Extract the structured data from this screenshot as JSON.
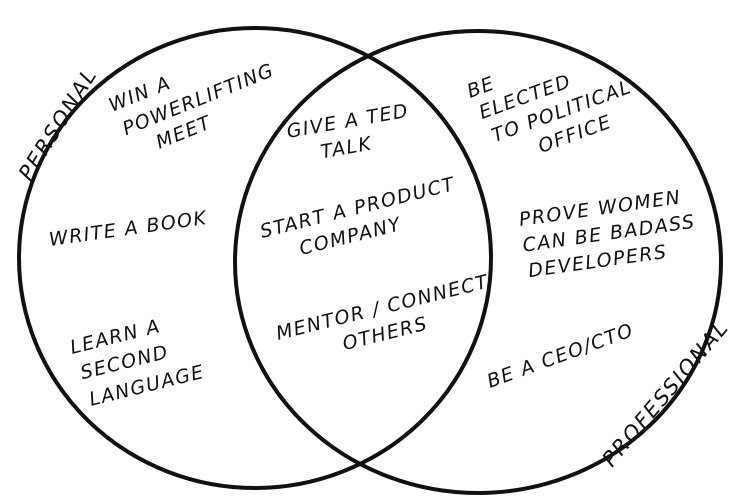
{
  "sets": {
    "left": {
      "label": "PERSONAL",
      "items": [
        {
          "lines": [
            "WIN A",
            "POWERLIFTING",
            "MEET"
          ]
        },
        {
          "lines": [
            "WRITE A BOOK"
          ]
        },
        {
          "lines": [
            "LEARN A",
            "SECOND",
            "LANGUAGE"
          ]
        }
      ]
    },
    "right": {
      "label": "PROFESSIONAL",
      "items": [
        {
          "lines": [
            "BE",
            "ELECTED",
            "TO POLITICAL",
            "OFFICE"
          ]
        },
        {
          "lines": [
            "PROVE WOMEN",
            "CAN BE BADASS",
            "DEVELOPERS"
          ]
        },
        {
          "lines": [
            "BE A CEO/CTO"
          ]
        }
      ]
    },
    "overlap": {
      "items": [
        {
          "lines": [
            "GIVE A TED",
            "TALK"
          ]
        },
        {
          "lines": [
            "START A PRODUCT",
            "COMPANY"
          ]
        },
        {
          "lines": [
            "MENTOR / CONNECT",
            "OTHERS"
          ]
        }
      ]
    }
  },
  "colors": {
    "ink": "#111111",
    "background": "#ffffff"
  }
}
